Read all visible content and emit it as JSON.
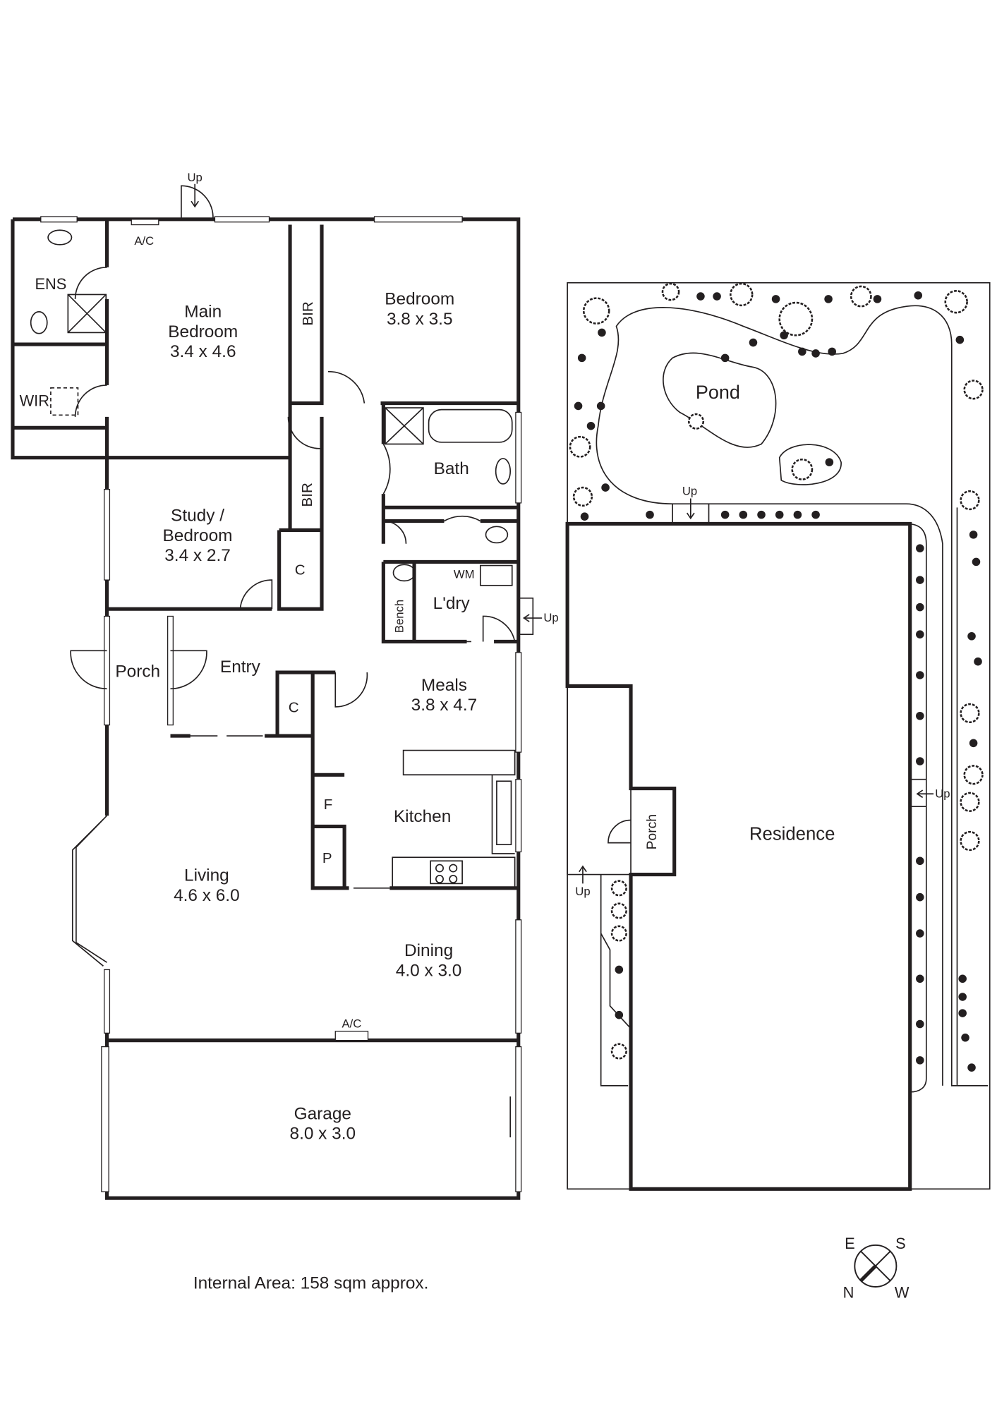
{
  "title": "Floor Plan",
  "rooms": {
    "main_bedroom": {
      "name_1": "Main",
      "name_2": "Bedroom",
      "size": "3.4 x 4.6"
    },
    "bedroom": {
      "name": "Bedroom",
      "size": "3.8 x 3.5"
    },
    "study": {
      "name_1": "Study /",
      "name_2": "Bedroom",
      "size": "3.4 x 2.7"
    },
    "living": {
      "name": "Living",
      "size": "4.6 x 6.0"
    },
    "meals": {
      "name": "Meals",
      "size": "3.8 x 4.7"
    },
    "dining": {
      "name": "Dining",
      "size": "4.0 x 3.0"
    },
    "garage": {
      "name": "Garage",
      "size": "8.0 x 3.0"
    },
    "kitchen": "Kitchen",
    "entry": "Entry",
    "porch": "Porch",
    "bath": "Bath",
    "laundry": "L'dry",
    "ensuite": "ENS",
    "wir": "WIR",
    "bir_1": "BIR",
    "bir_2": "BIR",
    "cupboard_1": "C",
    "cupboard_2": "C",
    "fridge": "F",
    "pantry": "P",
    "bench": "Bench",
    "wm": "WM",
    "ac_1": "A/C",
    "ac_2": "A/C"
  },
  "site": {
    "pond": "Pond",
    "residence": "Residence",
    "porch": "Porch"
  },
  "up_labels": [
    "Up",
    "Up",
    "Up",
    "Up",
    "Up"
  ],
  "internal_area": "Internal Area: 158 sqm approx.",
  "compass": {
    "e": "E",
    "s": "S",
    "n": "N",
    "w": "W"
  }
}
